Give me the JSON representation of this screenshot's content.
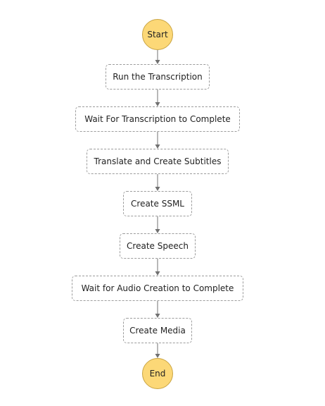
{
  "workflow": {
    "start": {
      "label": "Start"
    },
    "end": {
      "label": "End"
    },
    "states": [
      {
        "label": "Run the Transcription"
      },
      {
        "label": "Wait For Transcription to Complete"
      },
      {
        "label": "Translate and Create Subtitles"
      },
      {
        "label": "Create SSML"
      },
      {
        "label": "Create Speech"
      },
      {
        "label": "Wait for Audio Creation to Complete"
      },
      {
        "label": "Create Media"
      }
    ]
  },
  "colors": {
    "terminal_fill": "#fcd877",
    "terminal_border": "#c9a443",
    "state_border": "#9c9c9c",
    "arrow": "#707070"
  }
}
